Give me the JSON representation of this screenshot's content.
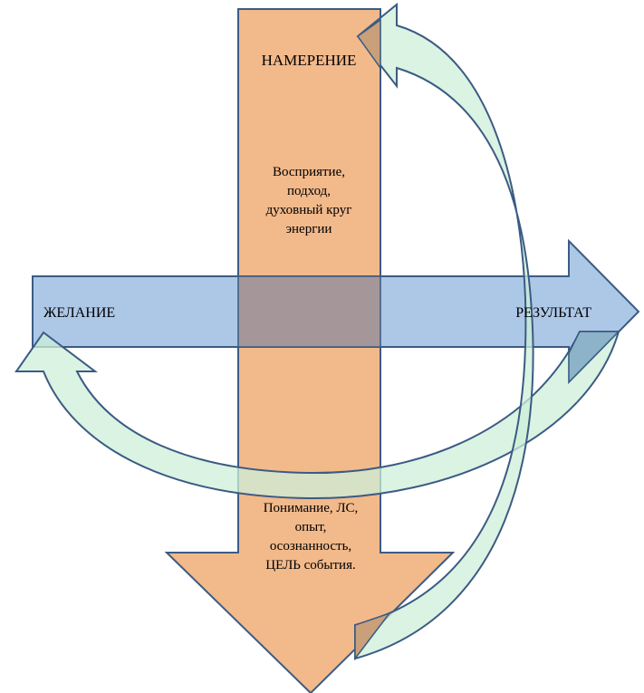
{
  "labels": {
    "intention": "НАМЕРЕНИЕ",
    "desire": "ЖЕЛАНИЕ",
    "result": "РЕЗУЛЬТАТ",
    "top_block": [
      "Восприятие,",
      "подход,",
      "духовный круг",
      "энергии"
    ],
    "bottom_block": [
      "Понимание, ЛС,",
      "опыт,",
      "осознанность,",
      "ЦЕЛЬ события."
    ]
  },
  "colors": {
    "vertical_arrow_fill": "#F2B98B",
    "horizontal_arrow_fill": "#A9C4E6",
    "overlap_fill": "#A59799",
    "curved_arrow_fill": "#CDEFD8",
    "outline": "#3B5B84"
  }
}
